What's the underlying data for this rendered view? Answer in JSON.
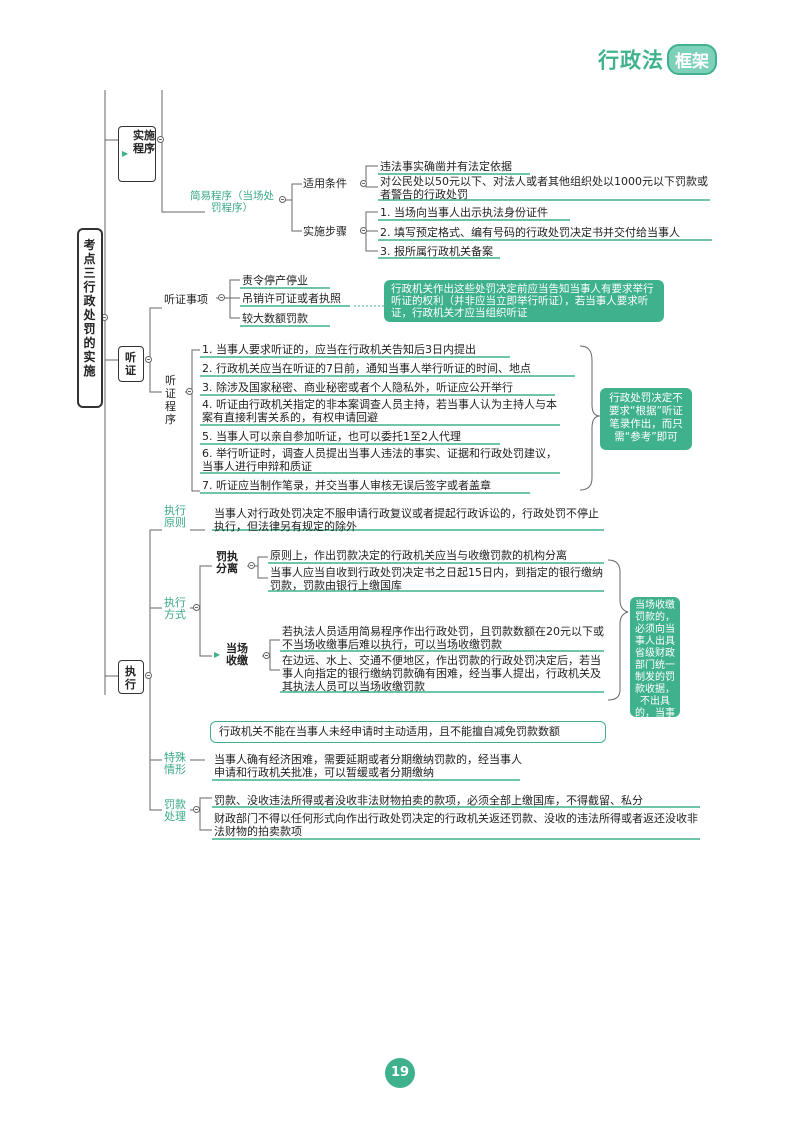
{
  "header": {
    "brand_prefix": "行政法",
    "brand_suffix": "框架"
  },
  "page_number": "19",
  "root": {
    "label": "考点三 行政处罚的实施"
  },
  "sections": {
    "implementation": {
      "label": "实施程序",
      "simple": {
        "label": "简易程序（当场处罚程序）",
        "conditions_label": "适用条件",
        "conditions": [
          "违法事实确凿并有法定依据",
          "对公民处以50元以下、对法人或者其他组织处以1000元以下罚款或者警告的行政处罚"
        ],
        "steps_label": "实施步骤",
        "steps": [
          "1. 当场向当事人出示执法身份证件",
          "2. 填写预定格式、编有号码的行政处罚决定书并交付给当事人",
          "3. 报所属行政机关备案"
        ]
      }
    },
    "hearing": {
      "label": "听证",
      "matters_label": "听证事项",
      "matters": [
        "责令停产停业",
        "吊销许可证或者执照",
        "较大数额罚款"
      ],
      "matters_note": "行政机关作出这些处罚决定前应当告知当事人有要求举行听证的权利（并非应当立即举行听证），若当事人要求听证，行政机关才应当组织听证",
      "procedure_label": "听证程序",
      "procedure": [
        "1. 当事人要求听证的，应当在行政机关告知后3日内提出",
        "2. 行政机关应当在听证的7日前，通知当事人举行听证的时间、地点",
        "3. 除涉及国家秘密、商业秘密或者个人隐私外，听证应公开举行",
        "4. 听证由行政机关指定的非本案调查人员主持，若当事人认为主持人与本案有直接利害关系的，有权申请回避",
        "5. 当事人可以亲自参加听证，也可以委托1至2人代理",
        "6. 举行听证时，调查人员提出当事人违法的事实、证据和行政处罚建议，当事人进行申辩和质证",
        "7. 听证应当制作笔录，并交当事人审核无误后签字或者盖章"
      ],
      "procedure_note": "行政处罚决定不要求“根据”听证笔录作出，而只需“参考”即可"
    },
    "execution": {
      "label": "执行",
      "principle_label": "执行原则",
      "principle": "当事人对行政处罚决定不服申请行政复议或者提起行政诉讼的，行政处罚不停止执行，但法律另有规定的除外",
      "method_label": "执行方式",
      "separation_label": "罚执分离",
      "separation": [
        "原则上，作出罚款决定的行政机关应当与收缴罚款的机构分离",
        "当事人应当自收到行政处罚决定书之日起15日内，到指定的银行缴纳罚款，罚款由银行上缴国库"
      ],
      "onsite_label": "当场收缴",
      "onsite": [
        "若执法人员适用简易程序作出行政处罚，且罚款数额在20元以下或不当场收缴事后难以执行，可以当场收缴罚款",
        "在边远、水上、交通不便地区，作出罚款的行政处罚决定后，若当事人向指定的银行缴纳罚款确有困难，经当事人提出，行政机关及其执法人员可以当场收缴罚款"
      ],
      "onsite_note": "当场收缴罚款的，必须向当事人出具省级财政部门统一制发的罚款收据，不出具的，当事人有权拒绝缴纳罚款",
      "method_note": "行政机关不能在当事人未经申请时主动适用，且不能擅自减免罚款数额",
      "special_label": "特殊情形",
      "special": "当事人确有经济困难，需要延期或者分期缴纳罚款的，经当事人申请和行政机关批准，可以暂缓或者分期缴纳",
      "handling_label": "罚款处理",
      "handling": [
        "罚款、没收违法所得或者没收非法财物拍卖的款项，必须全部上缴国库，不得截留、私分",
        "财政部门不得以任何形式向作出行政处罚决定的行政机关返还罚款、没收的违法所得或者返还没收非法财物的拍卖款项"
      ]
    }
  },
  "colors": {
    "accent": "#3fb28d",
    "label_green": "#3aa889",
    "line": "#666666"
  }
}
